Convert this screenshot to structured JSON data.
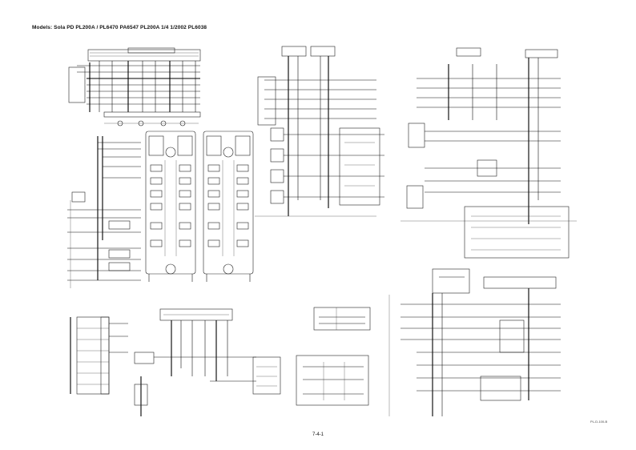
{
  "header": {
    "title": "Models: Sola PD PL200A / PL6470 PA6547 PL200A 1/4 1/2002 PL6038"
  },
  "page_number": "7-4-1",
  "doc_code": "PL-D-100-B"
}
